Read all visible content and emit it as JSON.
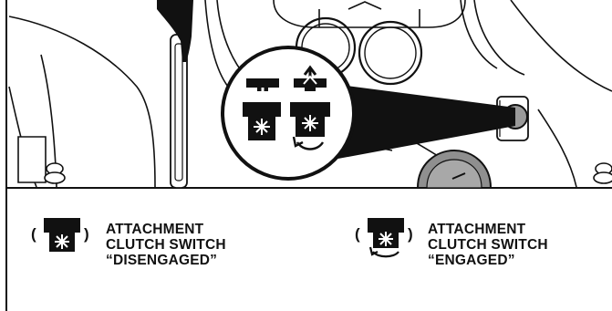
{
  "legend": [
    {
      "icon": "clutch-disengaged-icon",
      "paren_open": "(",
      "paren_close": ")",
      "lines": [
        "ATTACHMENT",
        "CLUTCH SWITCH",
        "“DISENGAGED”"
      ]
    },
    {
      "icon": "clutch-engaged-icon",
      "paren_open": "(",
      "paren_close": ")",
      "lines": [
        "ATTACHMENT",
        "CLUTCH SWITCH",
        "“ENGAGED”"
      ]
    }
  ],
  "colors": {
    "ink": "#111111",
    "knob_gray": "#9a9a9a",
    "background": "#ffffff"
  }
}
